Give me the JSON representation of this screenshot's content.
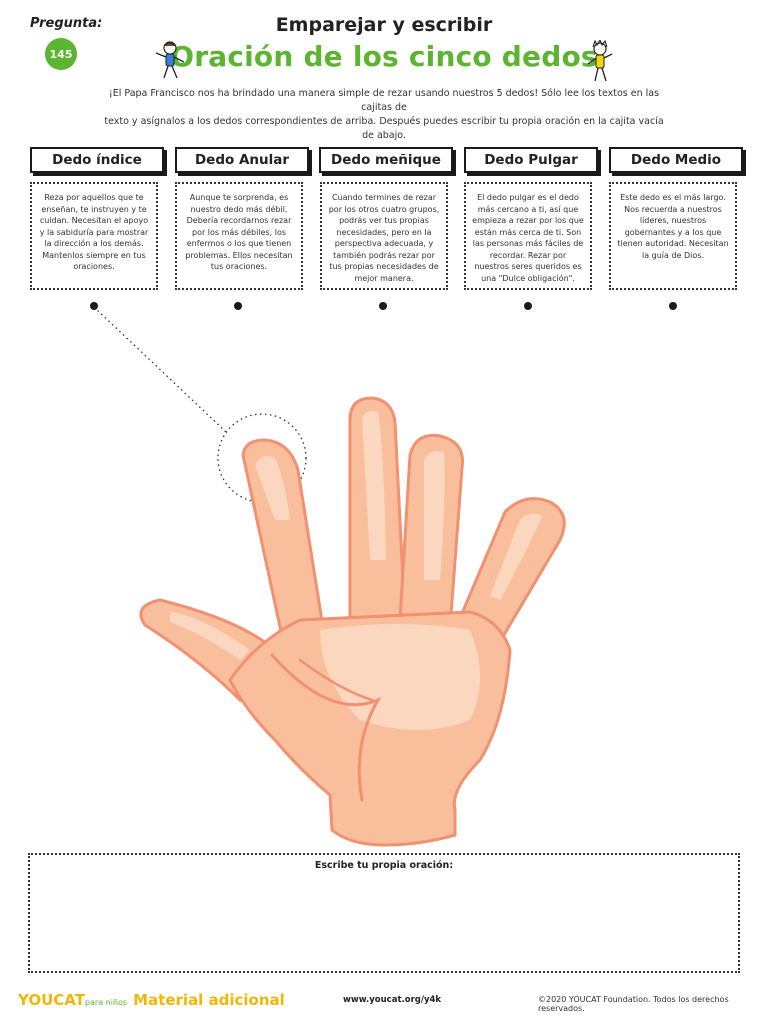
{
  "header": {
    "question_label": "Pregunta:",
    "question_number": "145",
    "subtitle": "Emparejar y escribir",
    "title": "Oración de los cinco dedos",
    "intro_line1": "¡El Papa Francisco nos ha brindado una manera simple de rezar usando nuestros 5 dedos! Sólo lee los textos en las cajitas de",
    "intro_line2": "texto y asígnalos a los dedos correspondientes de arriba. Después puedes escribir tu propia oración en la cajita vacía de abajo."
  },
  "fingers": [
    {
      "label": "Dedo índice",
      "text": "Reza por aquellos que te enseñan, te instruyen y te cuidan. Necesitan el apoyo y la sabiduría para mostrar la dirección a los demás. Mantenlos siempre en tus oraciones."
    },
    {
      "label": "Dedo Anular",
      "text": "Aunque te sorprenda, es nuestro dedo más débil. Debería recordarnos rezar por los más débiles, los enfermos o los que tienen problemas. Ellos necesitan tus oraciones."
    },
    {
      "label": "Dedo meñique",
      "text": "Cuando termines de rezar por los otros cuatro grupos, podrás ver tus propias necesidades, pero en la perspectiva adecuada, y también podrás rezar por tus propias necesidades de mejor manera."
    },
    {
      "label": "Dedo Pulgar",
      "text": "El dedo pulgar es el dedo más cercano a ti, así que empieza a rezar por los que están más cerca de ti. Son las personas más fáciles de recordar. Rezar por nuestros seres queridos es una \"Dulce obligación\"."
    },
    {
      "label": "Dedo Medio",
      "text": "Este dedo es el más largo. Nos recuerda a nuestros líderes, nuestros gobernantes y a los que tienen autoridad. Necesitan la guía de Dios."
    }
  ],
  "write_area": {
    "label": "Escribe tu propia oración:"
  },
  "footer": {
    "brand": "YOUCAT",
    "brand_suffix": "para niños",
    "material": "Material adicional",
    "url": "www.youcat.org/y4k",
    "copyright": "©2020 YOUCAT Foundation. Todos los derechos reservados."
  },
  "colors": {
    "accent_green": "#5bb531",
    "brand_yellow": "#f2b705",
    "skin": "#f9bf9c",
    "skin_dark": "#f29072",
    "skin_light": "#fcd7bf"
  }
}
